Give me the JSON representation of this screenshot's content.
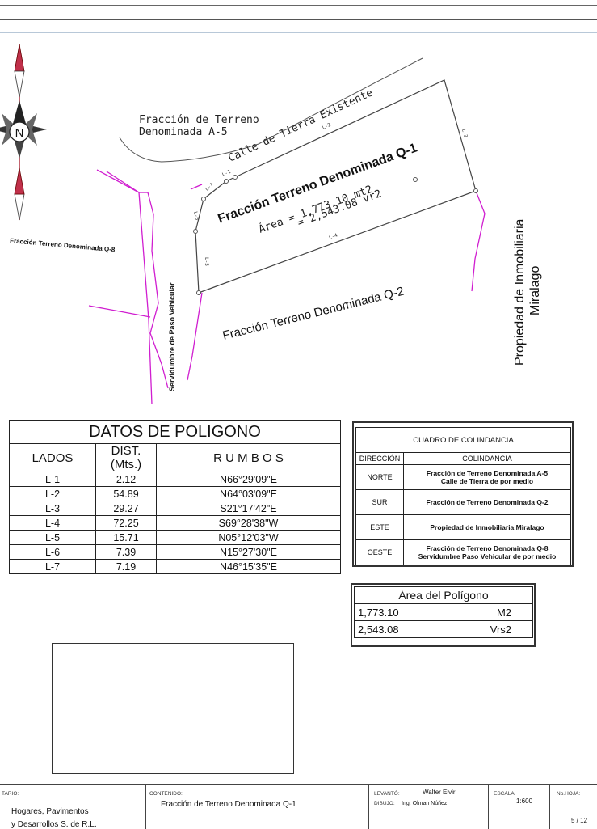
{
  "plan": {
    "north_letter": "N",
    "labels": {
      "fraccion_a5": [
        "Fracción de Terreno",
        "Denominada A-5"
      ],
      "calle": "Calle de Tierra Existente",
      "q1_title": "Fracción Terreno Denominada Q-1",
      "q1_area_m2": "Área = 1,773.10 mt2",
      "q1_area_vr2": "= 2,543.08 vr2",
      "q2_title": "Fracción Terreno Denominada Q-2",
      "q8_title": "Fracción Terreno Denominada Q-8",
      "servidumbre": "Servidumbre de Paso Vehicular",
      "propiedad": [
        "Propiedad de Inmobiliaria",
        "Miralago"
      ]
    },
    "side_labels": {
      "l1": "L-1",
      "l2": "L-2",
      "l3": "L-3",
      "l4": "L-4",
      "l5": "L-5",
      "l6": "L-6",
      "l7": "L-7"
    }
  },
  "poligono": {
    "title": "DATOS DE POLIGONO",
    "headers": [
      "LADOS",
      "DIST. (Mts.)",
      "R U M B O S"
    ],
    "rows": [
      [
        "L-1",
        "2.12",
        "N66°29'09\"E"
      ],
      [
        "L-2",
        "54.89",
        "N64°03'09\"E"
      ],
      [
        "L-3",
        "29.27",
        "S21°17'42\"E"
      ],
      [
        "L-4",
        "72.25",
        "S69°28'38\"W"
      ],
      [
        "L-5",
        "15.71",
        "N05°12'03\"W"
      ],
      [
        "L-6",
        "7.39",
        "N15°27'30\"E"
      ],
      [
        "L-7",
        "7.19",
        "N46°15'35\"E"
      ]
    ]
  },
  "colindancia": {
    "title": "CUADRO DE COLINDANCIA",
    "headers": [
      "DIRECCIÓN",
      "COLINDANCIA"
    ],
    "rows": [
      {
        "dir": "NORTE",
        "lines": [
          "Fracción de Terreno Denominada A-5",
          "Calle de Tierra de por medio"
        ]
      },
      {
        "dir": "SUR",
        "lines": [
          "Fracción de Terreno Denominada Q-2"
        ]
      },
      {
        "dir": "ESTE",
        "lines": [
          "Propiedad de Inmobiliaria Miralago"
        ]
      },
      {
        "dir": "OESTE",
        "lines": [
          "Fracción de Terreno Denominada Q-8",
          "Servidumbre Paso Vehicular de por medio"
        ]
      }
    ]
  },
  "area": {
    "title": "Área del Polígono",
    "rows": [
      {
        "value": "1,773.10",
        "unit": "M2"
      },
      {
        "value": "2,543.08",
        "unit": "Vrs2"
      }
    ]
  },
  "title_block": {
    "propietario_label": "TARIO:",
    "propietario": [
      "Hogares, Pavimentos",
      "y Desarrollos S. de R.L."
    ],
    "contenido_label": "CONTENIDO:",
    "contenido": "Fracción de Terreno Denominada Q-1",
    "levanto_label": "LEVANTÓ:",
    "levanto": "Walter Elvir",
    "dibujo_label": "DIBUJO:",
    "dibujo": "Ing. Olman Núñez",
    "escala_label": "ESCALA:",
    "escala": "1:600",
    "hoja_label": "No.HOJA:",
    "hoja": "5 / 12"
  }
}
